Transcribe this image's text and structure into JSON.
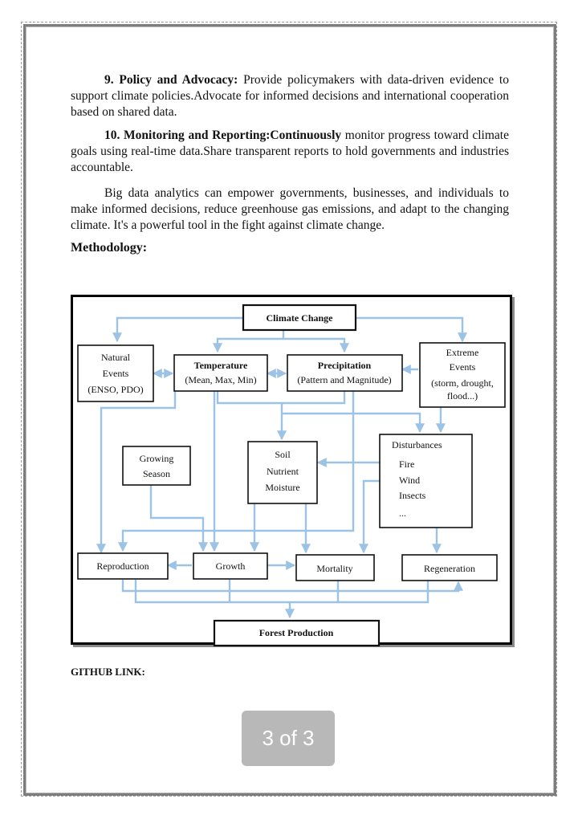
{
  "paragraphs": [
    {
      "bold": "9. Policy and Advocacy:",
      "text": " Provide policymakers with data-driven evidence to support climate policies.Advocate for informed decisions and international cooperation based on shared data."
    },
    {
      "bold": "10. Monitoring and Reporting:Continuously",
      "text": " monitor progress toward climate goals using real-time data.Share transparent reports to hold governments and industries accountable."
    },
    {
      "bold": "",
      "text": "Big data analytics can empower governments, businesses, and individuals to make informed decisions, reduce greenhouse gas emissions, and adapt to the changing climate. It's a powerful tool in the fight against climate change."
    }
  ],
  "methodology_heading": "Methodology:",
  "diagram": {
    "climate_change": "Climate Change",
    "natural_events": [
      "Natural",
      "Events",
      "(ENSO, PDO)"
    ],
    "temperature_title": "Temperature",
    "temperature_sub": "(Mean, Max, Min)",
    "precipitation_title": "Precipitation",
    "precipitation_sub": "(Pattern and Magnitude)",
    "extreme_events": [
      "Extreme",
      "Events",
      "(storm, drought,",
      "flood...)"
    ],
    "growing_season": [
      "Growing",
      "Season"
    ],
    "soil": [
      "Soil",
      "Nutrient",
      "Moisture"
    ],
    "disturbances_title": "Disturbances",
    "disturbances_items": [
      "Fire",
      "Wind",
      "Insects",
      "..."
    ],
    "reproduction": "Reproduction",
    "growth": "Growth",
    "mortality": "Mortality",
    "regeneration": "Regeneration",
    "forest_production": "Forest Production"
  },
  "github_label": "GITHUB LINK:",
  "page_indicator": "3 of 3"
}
